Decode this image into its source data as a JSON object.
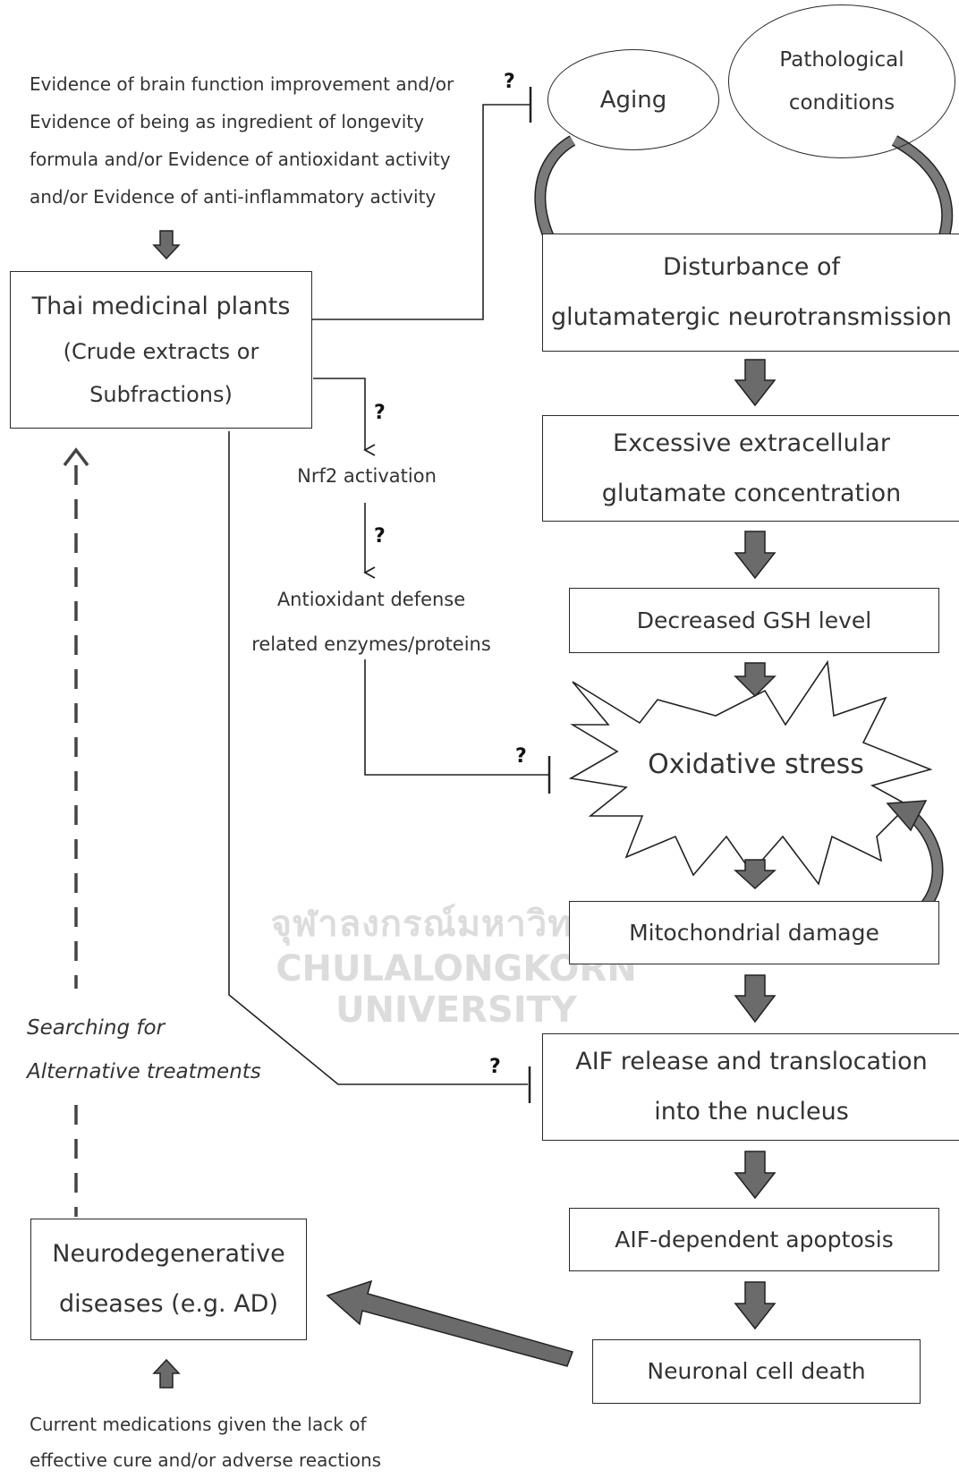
{
  "evidence_text": [
    "Evidence of brain function improvement and/or",
    "Evidence of being as ingredient of longevity",
    "formula and/or Evidence of antioxidant activity",
    "and/or Evidence of anti-inflammatory activity"
  ],
  "thai_plants": {
    "title": "Thai medicinal plants",
    "line2": "(Crude extracts or",
    "line3": "Subfractions)"
  },
  "aging": "Aging",
  "pathological": [
    "Pathological",
    "conditions"
  ],
  "flow": {
    "disturbance": [
      "Disturbance of",
      "glutamatergic neurotransmission"
    ],
    "excessive": [
      "Excessive extracellular",
      "glutamate concentration"
    ],
    "gsh": "Decreased GSH level",
    "oxidative": "Oxidative stress",
    "mito": "Mitochondrial damage",
    "aif_release": [
      "AIF release and translocation",
      "into the nucleus"
    ],
    "aif_apoptosis": "AIF-dependent apoptosis",
    "neuronal_death": "Neuronal cell death"
  },
  "nrf2": "Nrf2 activation",
  "antioxidant": [
    "Antioxidant defense",
    "related enzymes/proteins"
  ],
  "question": "?",
  "neuro": [
    "Neurodegenerative",
    "diseases (e.g. AD)"
  ],
  "searching": [
    "Searching for",
    "Alternative treatments"
  ],
  "current_meds": [
    "Current medications given the lack of",
    "effective cure and/or adverse reactions"
  ],
  "watermark": [
    "จุฬาลงกรณ์มหาวิทยาลัย",
    "CHULALONGKORN UNIVERSITY"
  ],
  "colors": {
    "arrow_fill": "#6b6b6b",
    "line": "#222222"
  }
}
